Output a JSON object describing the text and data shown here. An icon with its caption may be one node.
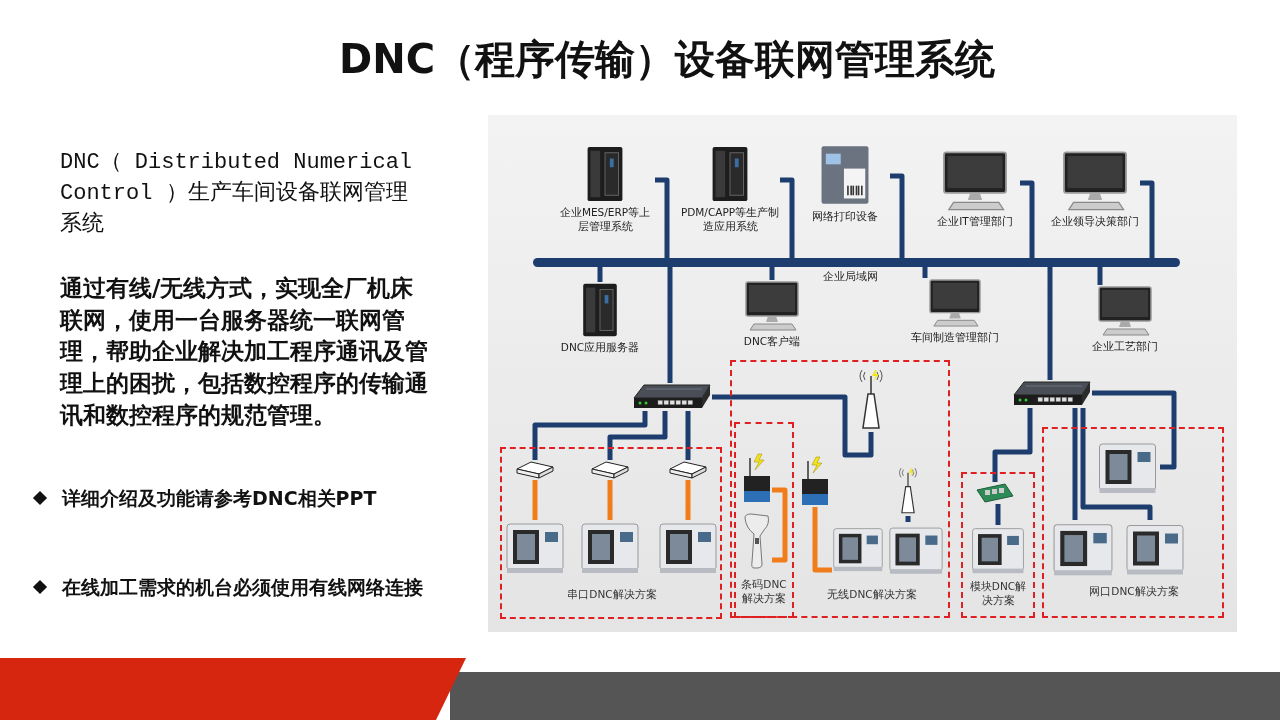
{
  "diagram": {
    "title": "DNC（程序传输）设备联网管理系统",
    "nodes": [
      {
        "text": [],
        "shape": "bar",
        "beside": [
          "企业局域网"
        ]
      },
      {
        "text": [
          "企业MES/ERP等上层管理系统"
        ]
      },
      {
        "text": [
          "PDM/CAPP等生产制造应用系统"
        ]
      },
      {
        "text": [
          "网络打印设备"
        ]
      },
      {
        "text": [
          "企业IT管理部门"
        ]
      },
      {
        "text": [
          "企业领导决策部门"
        ]
      },
      {
        "text": [
          "DNC应用服务器"
        ]
      },
      {
        "text": [
          "DNC客户端"
        ]
      },
      {
        "text": [
          "车间制造管理部门"
        ]
      },
      {
        "text": [
          "企业工艺部门"
        ]
      },
      {
        "text": [],
        "shape": "picture"
      },
      {
        "text": [],
        "shape": "picture"
      },
      {
        "text": [
          "串口DNC解决方案"
        ]
      },
      {
        "text": [],
        "shape": "picture",
        "in": 12
      },
      {
        "text": [],
        "shape": "picture",
        "in": 12
      },
      {
        "text": [],
        "shape": "picture",
        "in": 12
      },
      {
        "text": [],
        "shape": "picture",
        "in": 12
      },
      {
        "text": [],
        "shape": "picture",
        "in": 12
      },
      {
        "text": [],
        "shape": "picture",
        "in": 12
      },
      {
        "text": [
          "无线DNC解决方案"
        ]
      },
      {
        "text": [],
        "shape": "picture",
        "in": 19
      },
      {
        "text": [
          "条码DNC解决方案"
        ],
        "in": 19
      },
      {
        "text": [],
        "shape": "picture",
        "in": 21
      },
      {
        "text": [],
        "shape": "picture",
        "in": 21
      },
      {
        "text": [],
        "shape": "picture",
        "in": 19
      },
      {
        "text": [],
        "shape": "picture",
        "in": 19
      },
      {
        "text": [],
        "shape": "picture",
        "in": 19
      },
      {
        "text": [],
        "shape": "picture",
        "in": 19
      },
      {
        "text": [
          "模块DNC解决方案"
        ]
      },
      {
        "text": [],
        "shape": "picture",
        "in": 28
      },
      {
        "text": [],
        "shape": "picture",
        "in": 28
      },
      {
        "text": [
          "网口DNC解决方案"
        ]
      },
      {
        "text": [],
        "shape": "picture",
        "in": 31
      },
      {
        "text": [],
        "shape": "picture",
        "in": 31
      },
      {
        "text": [],
        "shape": "picture",
        "in": 31
      }
    ],
    "edges": [
      {
        "from": 1,
        "to": 0,
        "arrow": "none"
      },
      {
        "from": 2,
        "to": 0,
        "arrow": "none"
      },
      {
        "from": 3,
        "to": 0,
        "arrow": "none"
      },
      {
        "from": 4,
        "to": 0,
        "arrow": "none"
      },
      {
        "from": 5,
        "to": 0,
        "arrow": "none"
      },
      {
        "from": 0,
        "to": 6,
        "arrow": "none"
      },
      {
        "from": 0,
        "to": 7,
        "arrow": "none"
      },
      {
        "from": 0,
        "to": 8,
        "arrow": "none"
      },
      {
        "from": 0,
        "to": 9,
        "arrow": "none"
      },
      {
        "from": 0,
        "to": 10,
        "arrow": "none"
      },
      {
        "from": 0,
        "to": 11,
        "arrow": "none"
      },
      {
        "from": 10,
        "to": 13,
        "arrow": "none"
      },
      {
        "from": 10,
        "to": 14,
        "arrow": "none"
      },
      {
        "from": 10,
        "to": 15,
        "arrow": "none"
      },
      {
        "from": 13,
        "to": 16,
        "arrow": "none",
        "color": "#f07d1a"
      },
      {
        "from": 14,
        "to": 17,
        "arrow": "none",
        "color": "#f07d1a"
      },
      {
        "from": 15,
        "to": 18,
        "arrow": "none",
        "color": "#f07d1a"
      },
      {
        "from": 10,
        "to": 20,
        "arrow": "none"
      },
      {
        "from": 22,
        "to": 23,
        "arrow": "none",
        "color": "#f07d1a"
      },
      {
        "from": 24,
        "to": 25,
        "arrow": "none",
        "color": "#f07d1a"
      },
      {
        "from": 26,
        "to": 27,
        "arrow": "none"
      },
      {
        "from": 11,
        "to": 29,
        "arrow": "none"
      },
      {
        "from": 29,
        "to": 30,
        "arrow": "none"
      },
      {
        "from": 11,
        "to": 32,
        "arrow": "none"
      },
      {
        "from": 11,
        "to": 33,
        "arrow": "none"
      },
      {
        "from": 11,
        "to": 34,
        "arrow": "none"
      }
    ],
    "labels": [
      "DNC（ Distributed Numerical Control ）生产车间设备联网管理系统",
      "通过有线/无线方式，实现全厂机床联网，使用一台服务器统一联网管理，帮助企业解决加工程序通讯及管理上的困扰，包括数控程序的传输通讯和数控程序的规范管理。",
      "详细介绍及功能请参考DNC相关PPT",
      "在线加工需求的机台必须使用有线网络连接"
    ]
  }
}
